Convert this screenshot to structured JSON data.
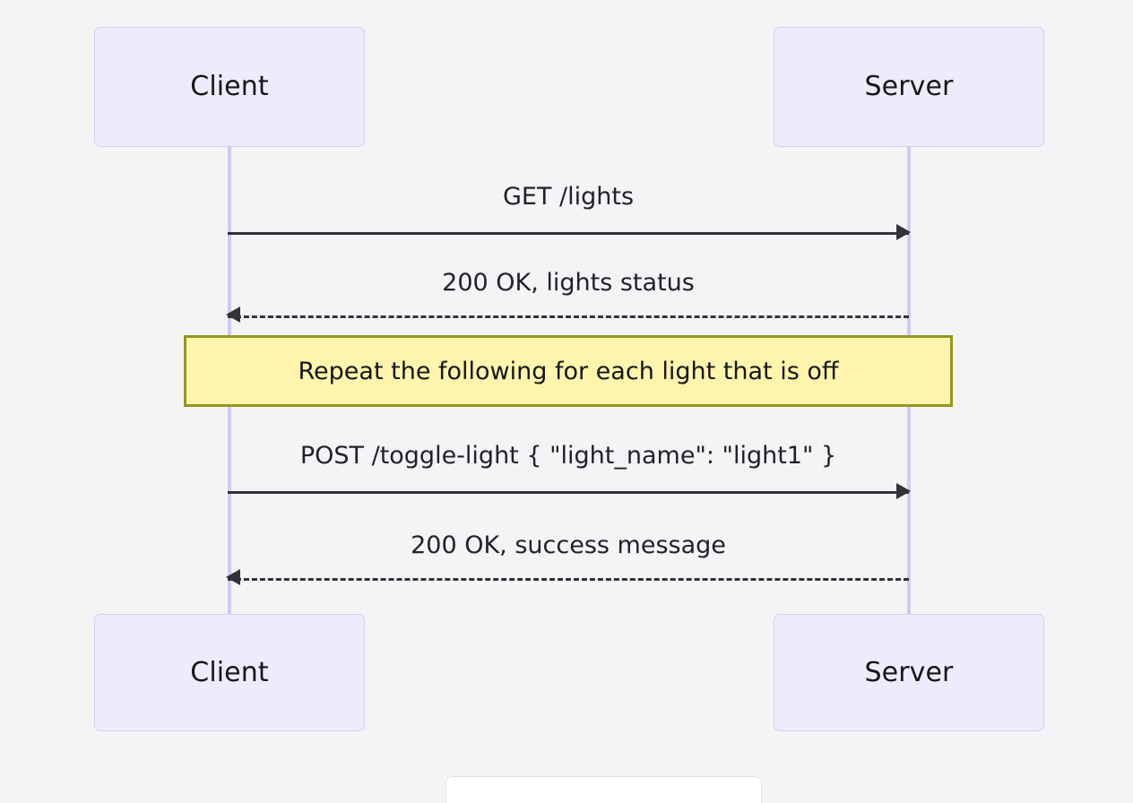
{
  "diagram": {
    "type": "sequence-diagram",
    "background_color": "#f4f4f6",
    "actors": [
      {
        "id": "client",
        "label": "Client",
        "fill": "#ececfd",
        "border": "#d0d0ee",
        "lifeline_color": "#ccccef"
      },
      {
        "id": "server",
        "label": "Server",
        "fill": "#ececfd",
        "border": "#d0d0ee",
        "lifeline_color": "#ccccef"
      }
    ],
    "messages": [
      {
        "index": 1,
        "label": "GET /lights",
        "from": "client",
        "to": "server",
        "direction": "right",
        "style": "solid"
      },
      {
        "index": 2,
        "label": "200 OK, lights status",
        "from": "server",
        "to": "client",
        "direction": "left",
        "style": "dashed"
      },
      {
        "index": 3,
        "label": "POST /toggle-light { \"light_name\": \"light1\" }",
        "from": "client",
        "to": "server",
        "direction": "right",
        "style": "solid"
      },
      {
        "index": 4,
        "label": "200 OK, success message",
        "from": "server",
        "to": "client",
        "direction": "left",
        "style": "dashed"
      }
    ],
    "note": {
      "text": "Repeat the following for each light that is off",
      "fill": "#fff5ad",
      "border": "#96961e"
    }
  }
}
